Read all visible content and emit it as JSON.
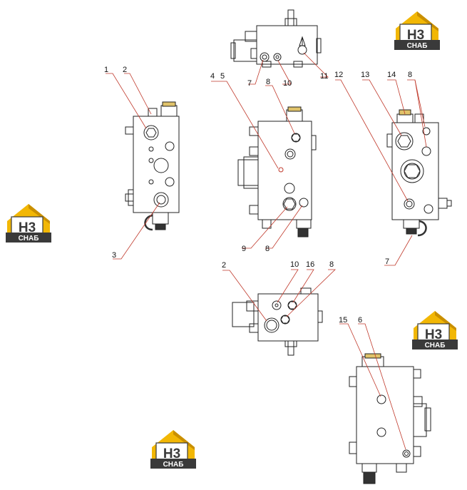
{
  "logo": {
    "mark": "H3",
    "caption": "СНАБ",
    "colors": {
      "yellow": "#f2b705",
      "dark": "#3a3a3a",
      "white": "#ffffff"
    }
  },
  "colors": {
    "line": "#222222",
    "leader": "#c0392b",
    "plug": "#e0c36a"
  },
  "callouts": {
    "n1": "1",
    "n2": "2",
    "n3": "3",
    "n4": "4",
    "n5": "5",
    "n6": "6",
    "n7": "7",
    "n8": "8",
    "n9": "9",
    "n10": "10",
    "n11": "11",
    "n12": "12",
    "n13": "13",
    "n14": "14",
    "n15": "15",
    "n16": "16"
  }
}
